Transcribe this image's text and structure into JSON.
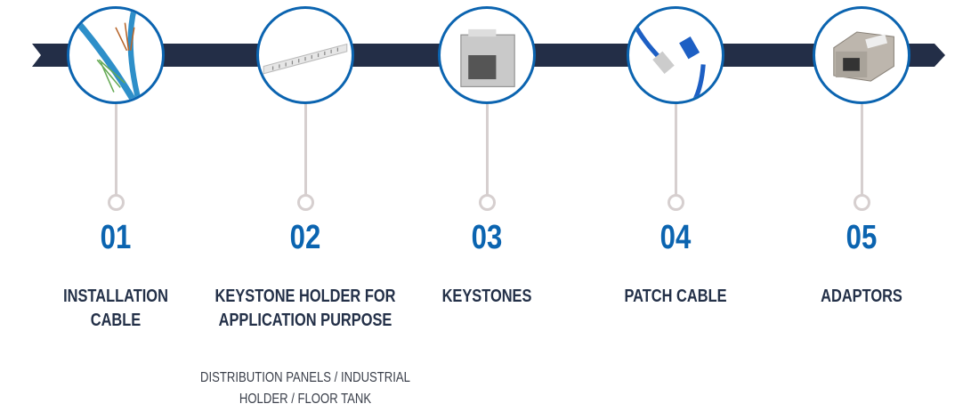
{
  "colors": {
    "band": "#232e47",
    "accent": "#0b64b0",
    "title": "#233048",
    "connector": "#d6cfcf"
  },
  "steps": [
    {
      "number": "01",
      "title_line1": "INSTALLATION",
      "title_line2": "CABLE",
      "subtitle_line1": "",
      "subtitle_line2": "",
      "icon": "installation-cable-icon"
    },
    {
      "number": "02",
      "title_line1": "KEYSTONE HOLDER FOR",
      "title_line2": "APPLICATION PURPOSE",
      "subtitle_line1": "DISTRIBUTION PANELS / INDUSTRIAL",
      "subtitle_line2": "HOLDER / FLOOR TANK",
      "icon": "keystone-holder-icon"
    },
    {
      "number": "03",
      "title_line1": "KEYSTONES",
      "title_line2": "",
      "subtitle_line1": "",
      "subtitle_line2": "",
      "icon": "keystone-icon"
    },
    {
      "number": "04",
      "title_line1": "PATCH CABLE",
      "title_line2": "",
      "subtitle_line1": "",
      "subtitle_line2": "",
      "icon": "patch-cable-icon"
    },
    {
      "number": "05",
      "title_line1": "ADAPTORS",
      "title_line2": "",
      "subtitle_line1": "",
      "subtitle_line2": "",
      "icon": "adaptor-icon"
    }
  ]
}
